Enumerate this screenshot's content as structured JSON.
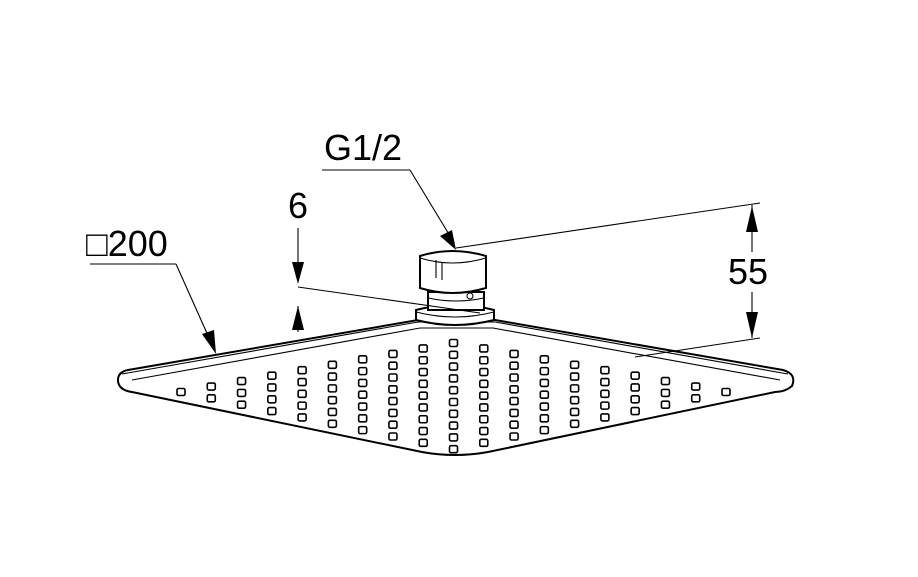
{
  "dimensions": {
    "thread": "G1/2",
    "plate_thickness": "6",
    "height": "55",
    "square_size": "□200"
  },
  "nozzle_grid": {
    "columns": 19,
    "counts": [
      1,
      2,
      3,
      4,
      5,
      6,
      7,
      8,
      9,
      10,
      9,
      8,
      7,
      6,
      5,
      4,
      3,
      2,
      1
    ]
  }
}
